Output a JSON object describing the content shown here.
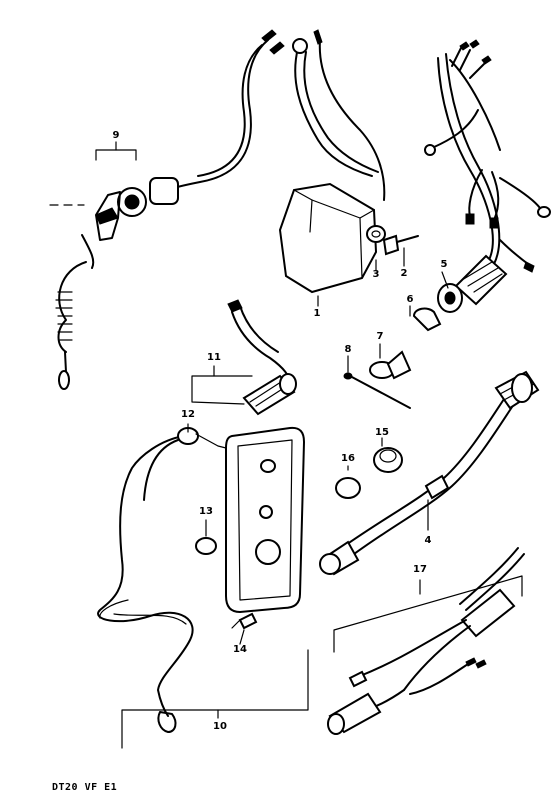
{
  "diagram": {
    "model_code": "DT20 VF E1",
    "part_numbers": [
      "1",
      "2",
      "3",
      "4",
      "5",
      "6",
      "7",
      "8",
      "9",
      "10",
      "11",
      "12",
      "13",
      "14",
      "15",
      "16",
      "17"
    ]
  }
}
